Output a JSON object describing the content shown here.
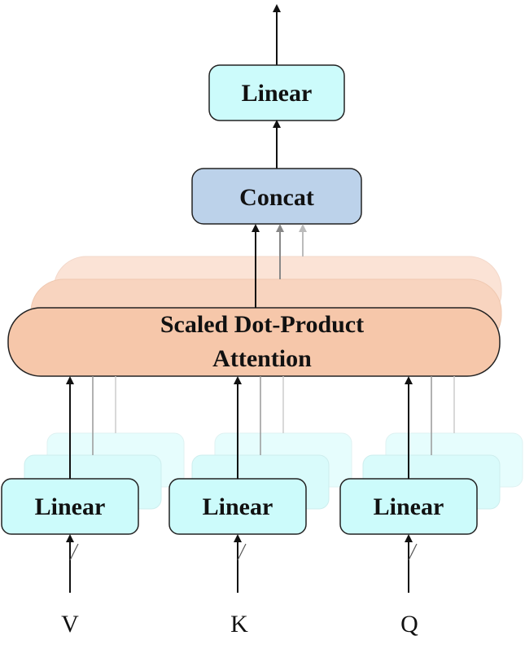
{
  "linear_top": {
    "label": "Linear"
  },
  "concat": {
    "label": "Concat"
  },
  "attention": {
    "line1": "Scaled Dot-Product",
    "line2": "Attention"
  },
  "linear_v": {
    "label": "Linear"
  },
  "linear_k": {
    "label": "Linear"
  },
  "linear_q": {
    "label": "Linear"
  },
  "inputs": {
    "v": "V",
    "k": "K",
    "q": "Q"
  },
  "colors": {
    "linear_fill": "#ccfbfb",
    "concat_fill": "#bcd2ea",
    "attention_fill": "#f6c7aa",
    "stroke": "#222222"
  }
}
